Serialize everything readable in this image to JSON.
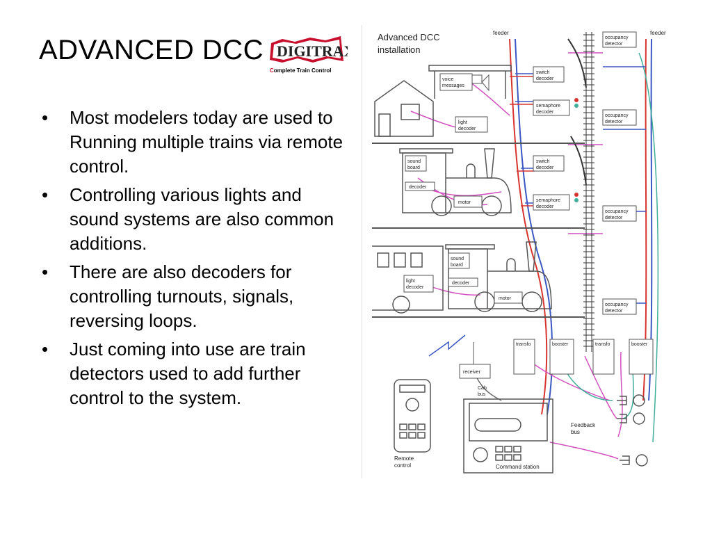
{
  "slide": {
    "title": "ADVANCED DCC",
    "logo": {
      "wordmark": "DIGITRAX",
      "tagline_first": "C",
      "tagline_rest": "omplete Train Control"
    },
    "bullets": [
      "Most modelers today are used to Running multiple trains via remote control.",
      "Controlling various lights and sound systems are also common additions.",
      "There are also decoders for controlling turnouts, signals, reversing loops.",
      "Just coming into use are train detectors used to add further control to the system."
    ],
    "bullet_glyph": "•"
  },
  "diagram": {
    "title_line1": "Advanced DCC",
    "title_line2": "installation",
    "feeder_left": "feeder",
    "feeder_right": "feeder",
    "voice_1": "voice",
    "voice_2": "messages",
    "light_decoder_1": "light",
    "light_decoder_2": "decoder",
    "sound_1": "sound",
    "sound_2": "board",
    "decoder": "decoder",
    "motor": "motor",
    "light2_1": "light",
    "light2_2": "decoder",
    "sound2_1": "sound",
    "sound2_2": "board",
    "decoder2": "decoder",
    "motor2": "motor",
    "switch_1": "switch",
    "switch_2": "decoder",
    "semaphore_1": "semaphore",
    "semaphore_2": "decoder",
    "occupancy_1": "occupancy",
    "occupancy_2": "detector",
    "transfo": "transfo",
    "booster": "booster",
    "receiver": "receiver",
    "cab_1": "Cab",
    "cab_2": "bus",
    "feedback_1": "Feedback",
    "feedback_2": "bus",
    "remote_1": "Remote",
    "remote_2": "control",
    "command_station": "Command station",
    "colors": {
      "red": "#d8342f",
      "blue": "#3a57c4",
      "magenta": "#d34fc0",
      "teal": "#3fae9a",
      "box": "#555555"
    }
  }
}
